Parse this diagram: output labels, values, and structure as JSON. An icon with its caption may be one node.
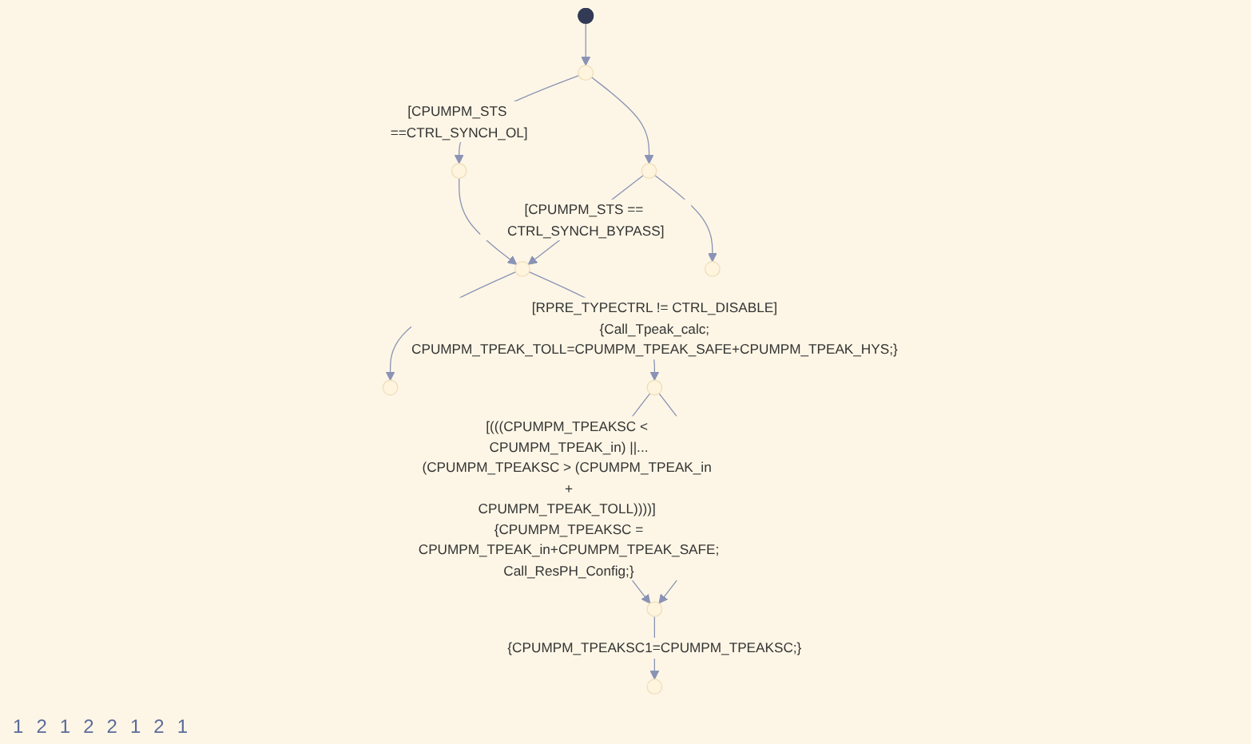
{
  "diagram": {
    "nodes": [
      {
        "text": [],
        "shape": "circle"
      },
      {
        "text": [],
        "shape": "circle"
      },
      {
        "text": [],
        "shape": "circle"
      },
      {
        "text": [],
        "shape": "circle"
      },
      {
        "text": [],
        "shape": "circle"
      },
      {
        "text": [],
        "shape": "circle"
      },
      {
        "text": [],
        "shape": "circle"
      },
      {
        "text": [],
        "shape": "circle"
      },
      {
        "text": [],
        "shape": "circle"
      }
    ],
    "edges": [
      {
        "from": null,
        "to": 0,
        "arrow": "to"
      },
      {
        "from": 0,
        "to": 1,
        "arrow": "to",
        "label": "[CPUMPM_STS ==CTRL_SYNCH_OL]"
      },
      {
        "from": 0,
        "to": 2,
        "arrow": "to"
      },
      {
        "from": 1,
        "to": 3,
        "arrow": "to"
      },
      {
        "from": 2,
        "to": 3,
        "arrow": "to",
        "label": "[CPUMPM_STS == CTRL_SYNCH_BYPASS]"
      },
      {
        "from": 2,
        "to": 5,
        "arrow": "to"
      },
      {
        "from": 3,
        "to": 4,
        "arrow": "to"
      },
      {
        "from": 3,
        "to": 6,
        "arrow": "to",
        "label": "[RPRE_TYPECTRL != CTRL_DISABLE] {Call_Tpeak_calc; CPUMPM_TPEAK_TOLL=CPUMPM_TPEAK_SAFE+CPUMPM_TPEAK_HYS;}"
      },
      {
        "from": 6,
        "to": 7,
        "arrow": "to",
        "label": "[(((CPUMPM_TPEAKSC < CPUMPM_TPEAK_in) ||... (CPUMPM_TPEAKSC > (CPUMPM_TPEAK_in + CPUMPM_TPEAK_TOLL))))] {CPUMPM_TPEAKSC = CPUMPM_TPEAK_in+CPUMPM_TPEAK_SAFE; Call_ResPH_Config;}"
      },
      {
        "from": 6,
        "to": 7,
        "arrow": "to"
      },
      {
        "from": 7,
        "to": 8,
        "arrow": "to",
        "label": "{CPUMPM_TPEAKSC1=CPUMPM_TPEAKSC;}"
      }
    ],
    "labels": [
      "1",
      "2",
      "1",
      "2",
      "2",
      "1",
      "2",
      "1"
    ]
  }
}
